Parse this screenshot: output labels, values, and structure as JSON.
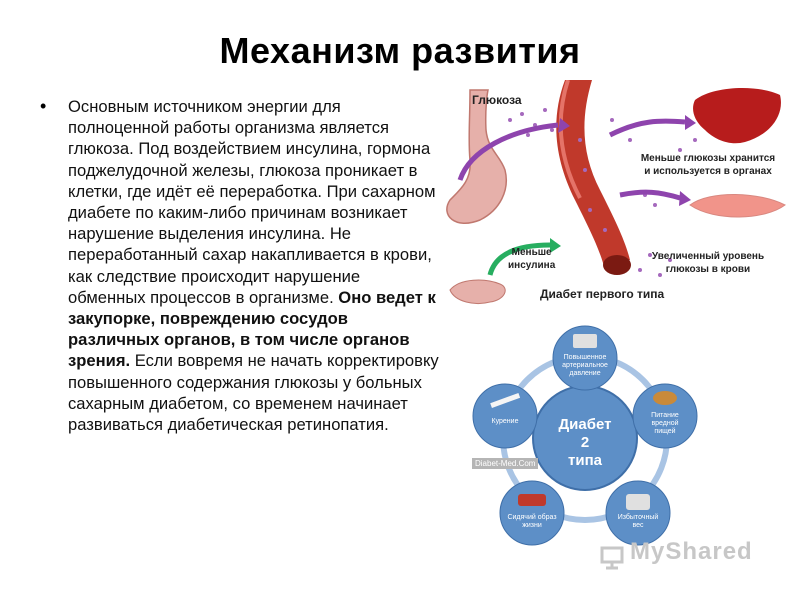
{
  "slide": {
    "title": "Механизм развития",
    "bullet_symbol": "•",
    "paragraph_part1": "Основным источником энергии для полноценной работы организма является глюкоза. Под воздействием инсулина, гормона поджелудочной железы, глюкоза проникает в клетки, где идёт её переработка. При сахарном диабете по каким-либо причинам возникает нарушение выделения инсулина. Не переработанный сахар накапливается в крови, как следствие происходит нарушение обменных процессов в организме. ",
    "paragraph_bold": "Оно ведет к закупорке, повреждению сосудов различных органов, в том числе органов зрения.",
    "paragraph_part2": " Если вовремя не начать корректировку повышенного содержания глюкозы у больных сахарным диабетом, со временем начинает развиваться диабетическая ретинопатия."
  },
  "figure_type1": {
    "glucose": "Глюкоза",
    "less_glucose_stored_1": "Меньше глюкозы хранится",
    "less_glucose_stored_2": "и используется в органах",
    "less_insulin_1": "Меньше",
    "less_insulin_2": "инсулина",
    "increased_level_1": "Увеличенный уровень",
    "increased_level_2": "глюкозы в крови",
    "caption": "Диабет первого типа"
  },
  "figure_type2": {
    "center_1": "Диабет",
    "center_2": "2",
    "center_3": "типа",
    "node_pressure": "Повышенное артериальное давление",
    "node_food": "Питание вредной пищей",
    "node_weight": "Избыточный вес",
    "node_sedentary": "Сидячий образ жизни",
    "node_smoking": "Курение",
    "source": "Diabet-Med.Com"
  },
  "watermark": {
    "text": "MyShared"
  },
  "colors": {
    "vessel": "#c0392b",
    "liver": "#b71c1c",
    "stomach": "#d98880",
    "arrow_purple": "#8e44ad",
    "arrow_green": "#27ae60",
    "circle_blue": "#5d8fc7",
    "ring": "#a9c4e4"
  }
}
